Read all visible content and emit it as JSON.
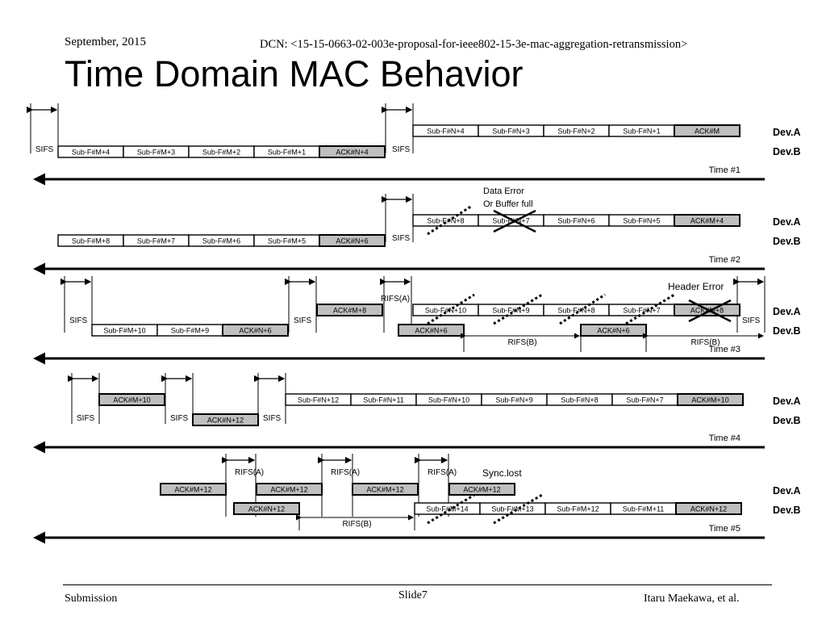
{
  "header": {
    "date": "September, 2015",
    "dcn": "DCN: <15-15-0663-02-003e-proposal-for-ieee802-15-3e-mac-aggregation-retransmission>",
    "title": "Time Domain MAC Behavior"
  },
  "footer": {
    "left": "Submission",
    "center": "Slide7",
    "right": "Itaru Maekawa, et al."
  },
  "colors": {
    "ink": "#000000",
    "ack_fill": "#bfbfbf",
    "frame_fill": "#ffffff"
  },
  "labels": {
    "sifs": "SIFS",
    "rifs_a": "RIFS(A)",
    "rifs_b": "RIFS(B)",
    "dev_a": "Dev.A",
    "dev_b": "Dev.B"
  },
  "diagram": {
    "rows": [
      {
        "time_label": "Time #1",
        "dev_a_frames": [
          {
            "label": "Sub-F#N+4",
            "kind": "sub"
          },
          {
            "label": "Sub-F#N+3",
            "kind": "sub"
          },
          {
            "label": "Sub-F#N+2",
            "kind": "sub"
          },
          {
            "label": "Sub-F#N+1",
            "kind": "sub"
          },
          {
            "label": "ACK#M",
            "kind": "ack"
          }
        ],
        "dev_b_frames": [
          {
            "label": "Sub-F#M+4",
            "kind": "sub"
          },
          {
            "label": "Sub-F#M+3",
            "kind": "sub"
          },
          {
            "label": "Sub-F#M+2",
            "kind": "sub"
          },
          {
            "label": "Sub-F#M+1",
            "kind": "sub"
          },
          {
            "label": "ACK#N+4",
            "kind": "ack"
          }
        ]
      },
      {
        "time_label": "Time #2",
        "annotation": "Data Error\nOr Buffer full",
        "dev_a_frames": [
          {
            "label": "Sub-F#N+8",
            "kind": "sub"
          },
          {
            "label": "Sub-F#N+7",
            "kind": "sub"
          },
          {
            "label": "Sub-F#N+6",
            "kind": "sub"
          },
          {
            "label": "Sub-F#N+5",
            "kind": "sub"
          },
          {
            "label": "ACK#M+4",
            "kind": "ack"
          }
        ],
        "dev_b_frames": [
          {
            "label": "Sub-F#M+8",
            "kind": "sub"
          },
          {
            "label": "Sub-F#M+7",
            "kind": "sub"
          },
          {
            "label": "Sub-F#M+6",
            "kind": "sub"
          },
          {
            "label": "Sub-F#M+5",
            "kind": "sub"
          },
          {
            "label": "ACK#N+6",
            "kind": "ack"
          }
        ]
      },
      {
        "time_label": "Time #3",
        "annotation": "Header Error",
        "dev_a_frames": [
          {
            "label": "ACK#M+8",
            "kind": "ack"
          },
          {
            "label": "Sub-F#N+10",
            "kind": "sub"
          },
          {
            "label": "Sub-F#N+9",
            "kind": "sub"
          },
          {
            "label": "Sub-F#N+8",
            "kind": "sub"
          },
          {
            "label": "Sub-F#N+7",
            "kind": "sub"
          },
          {
            "label": "ACK#M+8",
            "kind": "ack"
          }
        ],
        "dev_b_frames": [
          {
            "label": "Sub-F#M+10",
            "kind": "sub"
          },
          {
            "label": "Sub-F#M+9",
            "kind": "sub"
          },
          {
            "label": "ACK#N+6",
            "kind": "ack"
          },
          {
            "label": "ACK#N+6",
            "kind": "ack"
          },
          {
            "label": "ACK#N+6",
            "kind": "ack"
          }
        ]
      },
      {
        "time_label": "Time #4",
        "dev_a_frames": [
          {
            "label": "ACK#M+10",
            "kind": "ack"
          },
          {
            "label": "Sub-F#N+12",
            "kind": "sub"
          },
          {
            "label": "Sub-F#N+11",
            "kind": "sub"
          },
          {
            "label": "Sub-F#N+10",
            "kind": "sub"
          },
          {
            "label": "Sub-F#N+9",
            "kind": "sub"
          },
          {
            "label": "Sub-F#N+8",
            "kind": "sub"
          },
          {
            "label": "Sub-F#N+7",
            "kind": "sub"
          },
          {
            "label": "ACK#M+10",
            "kind": "ack"
          }
        ],
        "dev_b_frames": [
          {
            "label": "ACK#N+12",
            "kind": "ack"
          }
        ]
      },
      {
        "time_label": "Time #5",
        "annotation": "Sync.lost",
        "dev_a_frames": [
          {
            "label": "ACK#M+12",
            "kind": "ack"
          },
          {
            "label": "ACK#M+12",
            "kind": "ack"
          },
          {
            "label": "ACK#M+12",
            "kind": "ack"
          },
          {
            "label": "ACK#M+12",
            "kind": "ack"
          }
        ],
        "dev_b_frames": [
          {
            "label": "ACK#N+12",
            "kind": "ack"
          },
          {
            "label": "Sub-F#M+14",
            "kind": "sub"
          },
          {
            "label": "Sub-F#M+13",
            "kind": "sub"
          },
          {
            "label": "Sub-F#M+12",
            "kind": "sub"
          },
          {
            "label": "Sub-F#M+11",
            "kind": "sub"
          },
          {
            "label": "ACK#N+12",
            "kind": "ack"
          }
        ]
      }
    ]
  }
}
